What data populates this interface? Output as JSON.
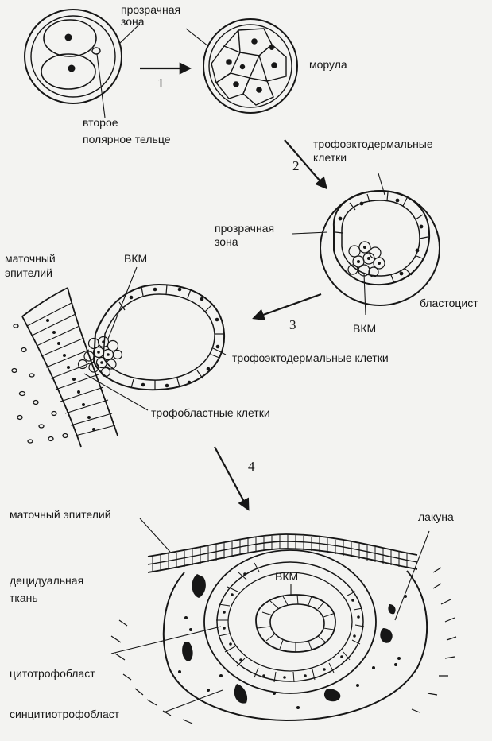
{
  "figure": {
    "steps": [
      "1",
      "2",
      "3",
      "4"
    ],
    "stage1": {
      "label_zona": "прозрачная\nзона",
      "label_polar": "второе\nполярное тельце",
      "label_morula": "морула"
    },
    "stage2": {
      "label_troph": "трофоэктодермальные\nклетки",
      "label_zona": "прозрачная\nзона",
      "label_icm": "ВКМ",
      "label_blastocyst": "бластоцист"
    },
    "stage3": {
      "label_epithelium": "маточный\nэпителий",
      "label_icm": "ВКМ",
      "label_troph": "трофоэктодермальные клетки",
      "label_trophoblast": "трофобластные клетки"
    },
    "stage4": {
      "label_epithelium": "маточный эпителий",
      "label_lacuna": "лакуна",
      "label_decidua": "децидуальная\nткань",
      "label_icm": "ВКМ",
      "label_cyto": "цитотрофобласт",
      "label_syncytio": "синцитиотрофобласт"
    }
  }
}
